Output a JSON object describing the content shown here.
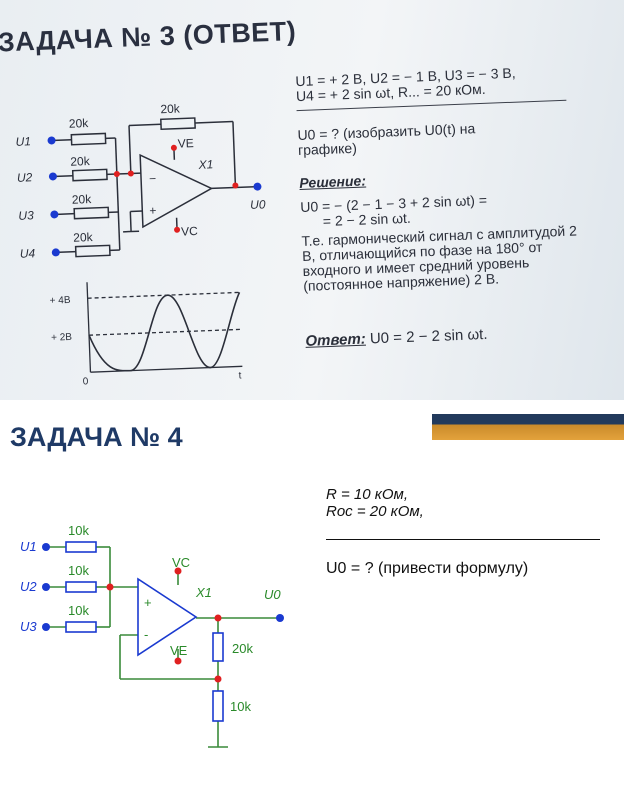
{
  "task3": {
    "title": "ЗАДАЧА № 3 (ОТВЕТ)",
    "given_line1": "U1 = + 2 В, U2 = − 1 В, U3 = − 3 В,",
    "given_line2": "U4 = + 2 sin ωt, R... = 20 кОм.",
    "question": "U0 = ? (изобразить U0(t) на графике)",
    "solution_heading": "Решение:",
    "solution_line1": "U0 = − (2 − 1 − 3 + 2 sin ωt) =",
    "solution_line2": "= 2 − 2 sin ωt.",
    "explanation": "Т.е. гармонический сигнал с амплитудой 2 В, отличающийся по фазе на 180° от входного и имеет средний уровень (постоянное напряжение) 2 В.",
    "answer_label": "Ответ:",
    "answer_formula": "U0 = 2 − 2 sin ωt.",
    "circuit": {
      "inputs": [
        "U1",
        "U2",
        "U3",
        "U4"
      ],
      "input_resistors": [
        "20k",
        "20k",
        "20k",
        "20k"
      ],
      "feedback_resistor": "20k",
      "opamp_label": "X1",
      "supply_pos": "VE",
      "supply_neg": "VC",
      "output": "U0"
    },
    "graph": {
      "y_labels": [
        "+ 4В",
        "+ 2В"
      ],
      "origin_label": "0",
      "x_label": "t",
      "formula_shown": "U0 = 2 − 2 sin ωt",
      "mean": 2,
      "amplitude": 2
    }
  },
  "task4": {
    "title": "ЗАДАЧА № 4",
    "given_r": "R    = 10 кОм,",
    "given_roc": "Roc = 20 кОм,",
    "question": "U0 =  ? (привести формулу)",
    "circuit": {
      "inputs": [
        "U1",
        "U2",
        "U3"
      ],
      "input_resistors": [
        "10k",
        "10k",
        "10k"
      ],
      "feedback_resistors": [
        "20k",
        "10k"
      ],
      "opamp_label": "X1",
      "supply_pos": "VC",
      "supply_neg": "VE",
      "output": "U0",
      "plus_sign": "+",
      "minus_sign": "-"
    }
  },
  "colors": {
    "title_top": "#2a3040",
    "title_bottom": "#1f3a66",
    "circuit_green": "#2a8a2a",
    "wire_green": "#3a8a3a",
    "node_red": "#e02020",
    "terminal_blue": "#1a3ad0",
    "accent_orange": "#e3a23c",
    "accent_navy": "#223a5c"
  }
}
